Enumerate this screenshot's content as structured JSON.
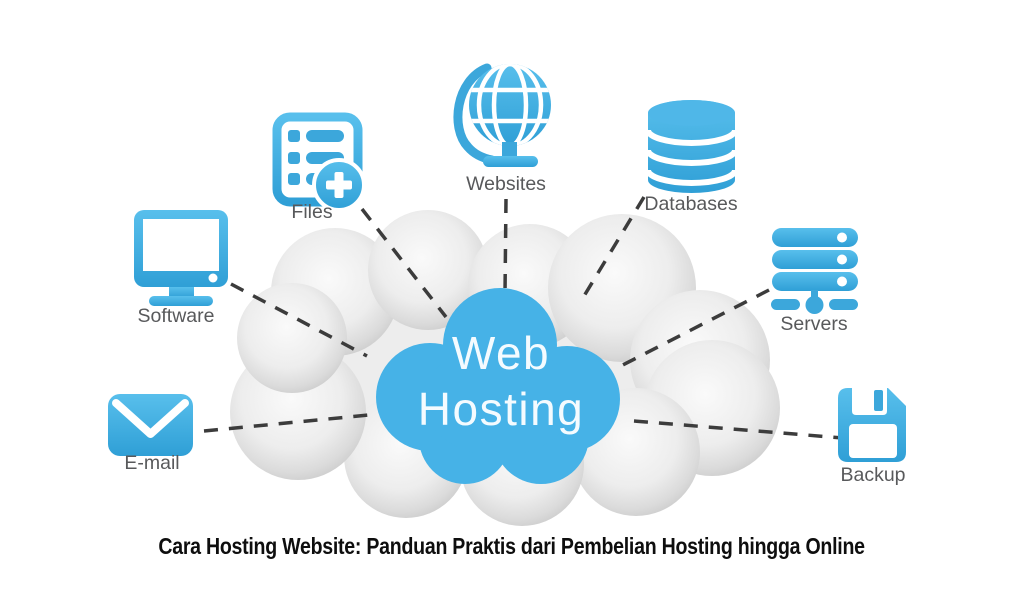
{
  "title": {
    "line1": "Web",
    "line2": "Hosting"
  },
  "nodes": {
    "software": {
      "label": "Software",
      "icon": "monitor-icon"
    },
    "files": {
      "label": "Files",
      "icon": "document-add-icon"
    },
    "websites": {
      "label": "Websites",
      "icon": "globe-icon"
    },
    "databases": {
      "label": "Databases",
      "icon": "database-icon"
    },
    "servers": {
      "label": "Servers",
      "icon": "server-rack-icon"
    },
    "backup": {
      "label": "Backup",
      "icon": "floppy-disk-icon"
    },
    "email": {
      "label": "E-mail",
      "icon": "envelope-icon"
    }
  },
  "caption": "Cara Hosting Website: Panduan Praktis dari Pembelian Hosting hingga Online",
  "colors": {
    "icon_blue": "#41ACDF",
    "icon_blue_dark": "#2F9FD6",
    "cloud_blue": "#46B2E7",
    "cloud_text": "#F4FBFF",
    "cloud_gray_edge": "#C6C6C6",
    "connector_dark": "#3C3C3C",
    "label_gray": "#58595B",
    "caption_black": "#0E0E0E",
    "white": "#FFFFFF"
  }
}
